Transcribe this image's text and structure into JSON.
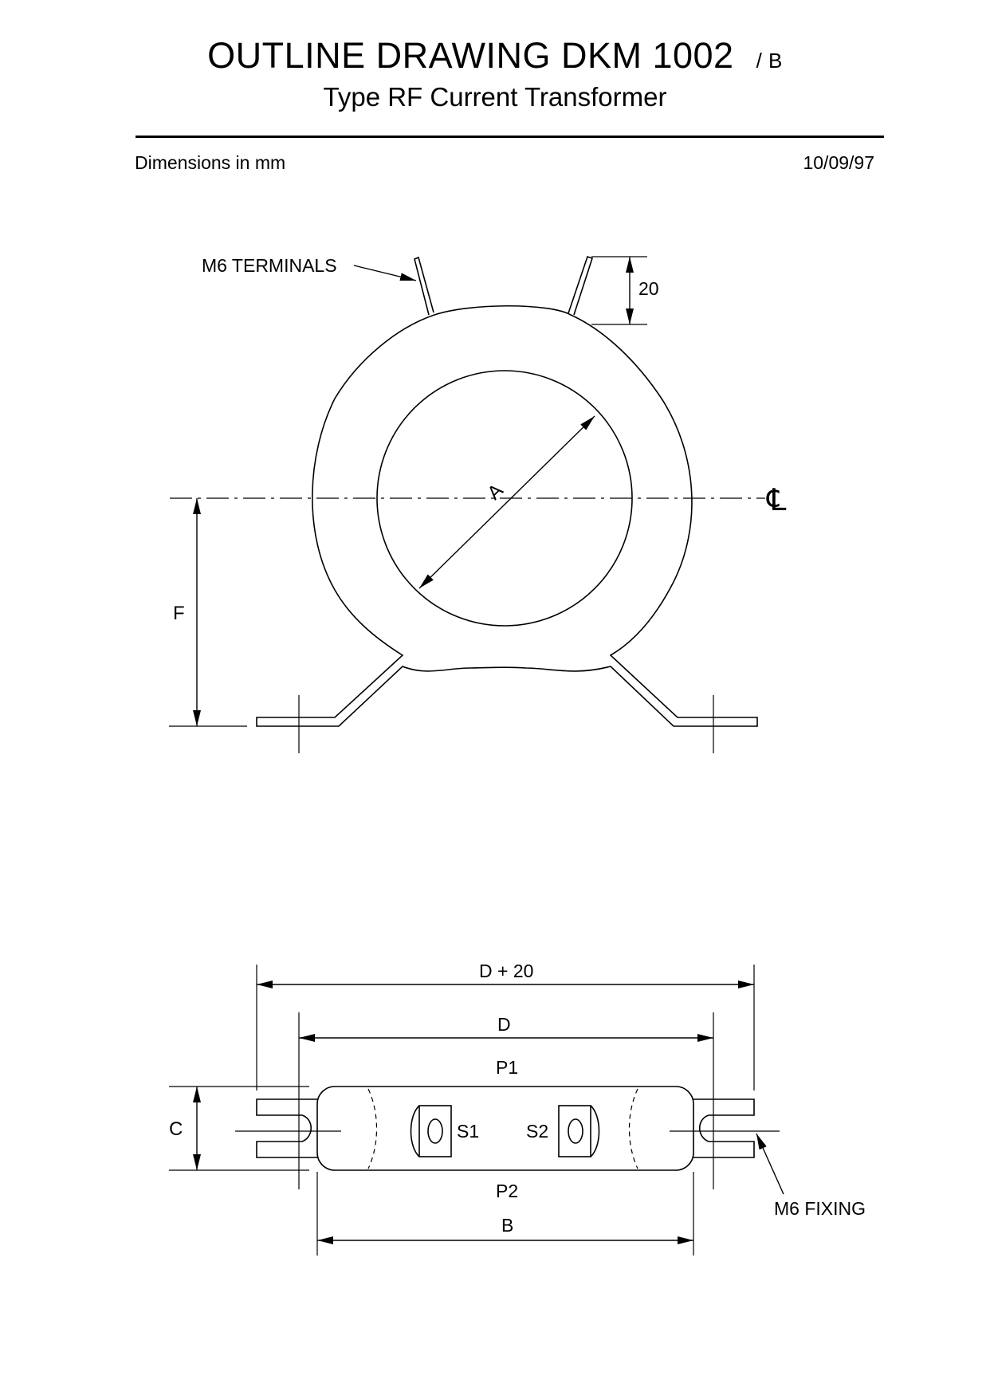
{
  "header": {
    "title": "OUTLINE DRAWING DKM 1002",
    "revision": "/ B",
    "subtitle": "Type RF Current Transformer",
    "units_note": "Dimensions in mm",
    "date": "10/09/97"
  },
  "front_view": {
    "terminals_label": "M6 TERMINALS",
    "terminal_height_label": "20",
    "diameter_label": "A",
    "centerline_symbol": "℄",
    "height_label": "F"
  },
  "side_view": {
    "overall_width_label": "D + 20",
    "width_label": "D",
    "p1_label": "P1",
    "s1_label": "S1",
    "s2_label": "S2",
    "p2_label": "P2",
    "thickness_label": "C",
    "body_width_label": "B",
    "fixing_label": "M6 FIXING"
  }
}
